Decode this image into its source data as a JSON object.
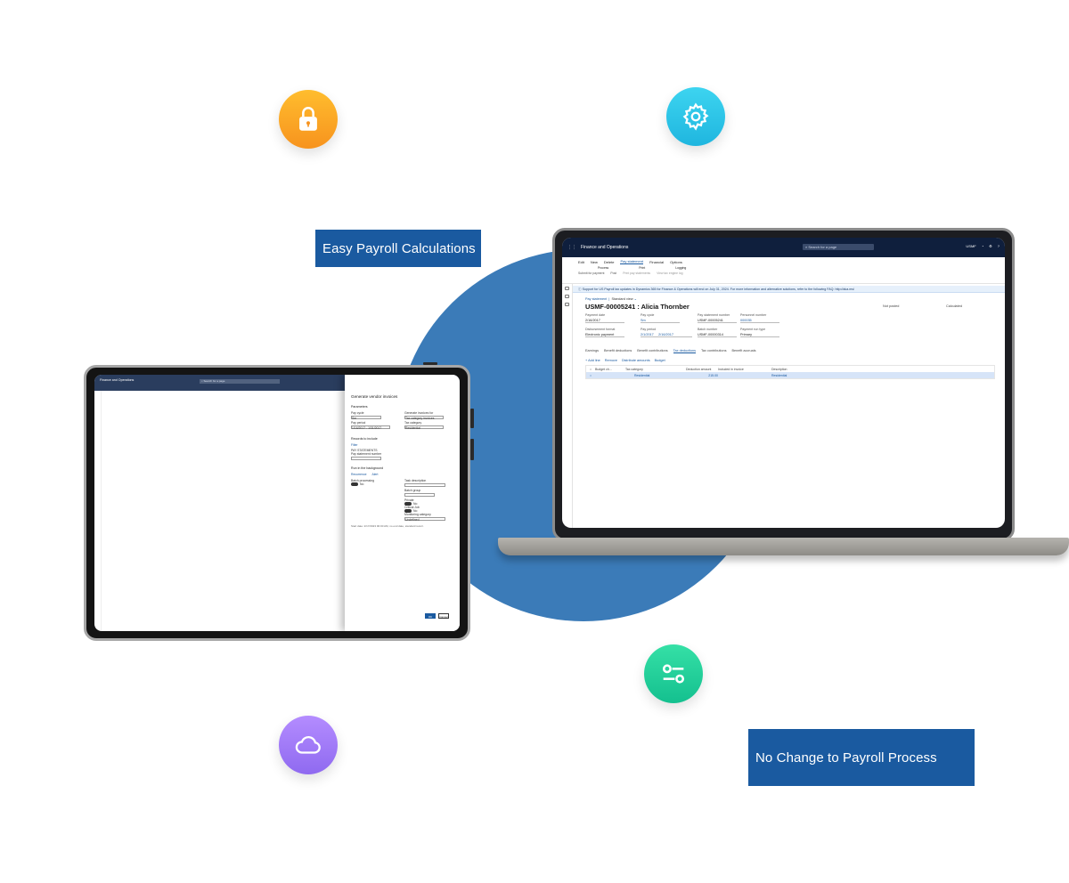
{
  "banners": {
    "top": "Easy Payroll Calculations",
    "bottom": "No Change to Payroll Process"
  },
  "icons": [
    "lock-icon",
    "gear-icon",
    "toggle-icon",
    "cloud-icon"
  ],
  "colors": {
    "banner": "#1a5aa0",
    "circle": "#3b7bb8",
    "lock": "#f7931e",
    "gear": "#1fb6df",
    "toggle": "#14c08f",
    "cloud": "#8f6af0"
  },
  "laptop": {
    "app_title": "Finance and Operations",
    "search_placeholder": "Search for a page",
    "company": "USMF",
    "toolbar": {
      "edit": "Edit",
      "new": "New",
      "delete": "Delete",
      "tabs": [
        "Pay statement",
        "Financial",
        "Options"
      ],
      "groups": {
        "process": "Process",
        "submit": "Submit for payment",
        "post": "Post",
        "print": "Print",
        "print_sub": "Print pay statements",
        "logging": "Logging",
        "logging_sub": "View tax engine log"
      }
    },
    "info_bar": "Support for US Payroll tax updates in Dynamics 365 for Finance & Operations will end on July 31, 2024. For more information and alternative solutions, refer to the following FAQ: http://aka.ms/",
    "breadcrumb": "Pay statement",
    "view": "Standard view",
    "record_title": "USMF-00005241 : Alicia Thornber",
    "fields": {
      "payment_date_label": "Payment date",
      "payment_date": "2/16/2017",
      "pay_cycle_label": "Pay cycle",
      "pay_cycle": "Sm",
      "statement_number_label": "Pay statement number",
      "statement_number": "USMF-00005241",
      "personnel_label": "Personnel number",
      "personnel": "000035",
      "disbursement_label": "Disbursement format",
      "disbursement": "Electronic payment",
      "pay_period_label": "Pay period",
      "pay_period_from": "2/1/2017",
      "pay_period_to": "2/16/2017",
      "batch_label": "Batch number",
      "batch": "USMF-00000314",
      "payment_run_label": "Payment run type",
      "payment_run": "Primary",
      "status_posted": "Not posted",
      "status_calculated": "Calculated"
    },
    "tabs": [
      "Earnings",
      "Benefit deductions",
      "Benefit contributions",
      "Tax deductions",
      "Tax contributions",
      "Benefit accruals"
    ],
    "actions": [
      "+ Add line",
      "Remove",
      "Distribute amounts",
      "Budget"
    ],
    "grid": {
      "headers": [
        "Budget ch...",
        "Tax category",
        "Deduction amount",
        "Included in invoice",
        "Description"
      ],
      "row": [
        "Residential",
        "215.00",
        "Residential"
      ]
    }
  },
  "tablet": {
    "app_title": "Finance and Operations",
    "search_placeholder": "Search for a page",
    "panel_title": "Generate vendor invoices",
    "parameters": "Parameters",
    "pay_cycle_label": "Pay cycle",
    "pay_cycle": "Sm",
    "pay_period_label": "Pay period",
    "pay_period": "1/16/2017 - 1/31/2017",
    "invoice_label": "Generate invoices for",
    "invoice_value": "Tax category invoices",
    "tax_category_label": "Tax category",
    "tax_category": "Residential",
    "records_section": "Records to include",
    "filter_label": "Filter",
    "records_value": "PAY STATEMENTS",
    "statement_label": "Pay statement number",
    "background_section": "Run in the background",
    "recurrence": "Recurrence",
    "alert": "Alert",
    "batch_label": "Batch processing",
    "no": "No",
    "task_label": "Task description",
    "batch_group_label": "Batch group",
    "private_label": "Private",
    "critical_label": "Critical Job",
    "monitoring_label": "Monitoring category",
    "monitoring_value": "Undefined",
    "footnote": "Start date: 2/17/2023 00:00 AM, no end date, standard recurr.",
    "ok": "OK",
    "cancel": "Cancel"
  }
}
